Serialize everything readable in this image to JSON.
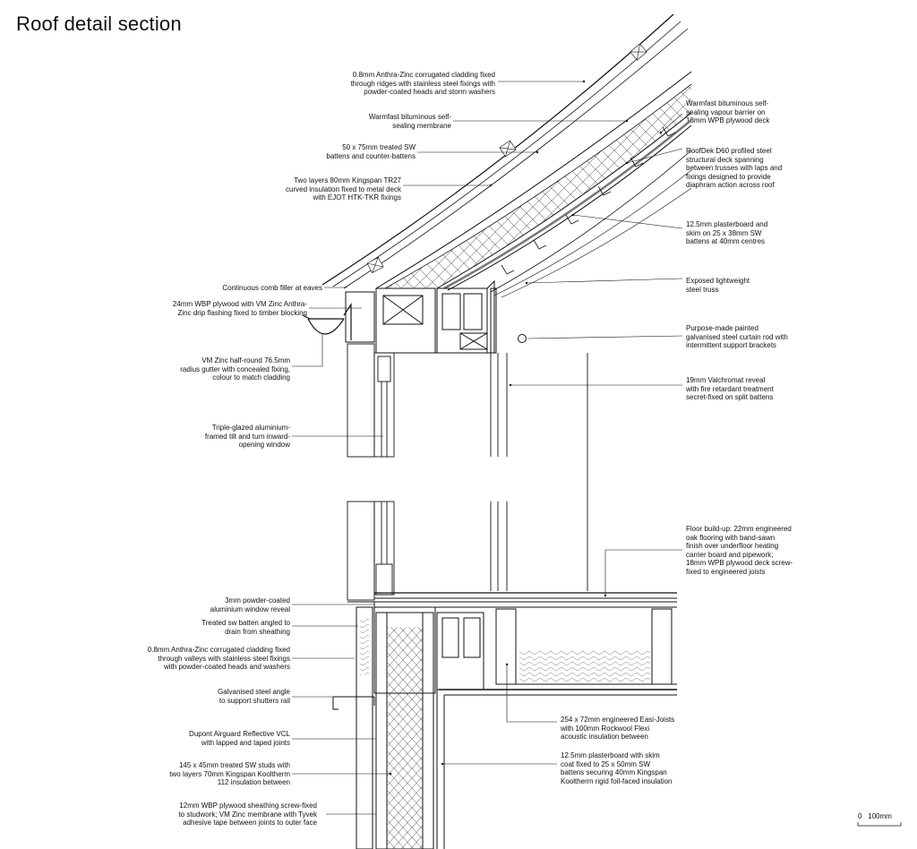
{
  "title": "Roof detail section",
  "scale": {
    "zero": "0",
    "length": "100mm"
  },
  "labels_left": [
    "0.8mm Anthra-Zinc corrugated cladding fixed\nthrough ridges with stainless steel fixings with\npowder-coated heads and storm washers",
    "Warmfast bituminous self-\nsealing membrane",
    "50 x 75mm treated SW\nbattens and counter-battens",
    "Two layers 80mm Kingspan TR27\ncurved insulation fixed to metal deck\nwith EJOT HTK-TKR fixings",
    "Continuous comb filler at eaves",
    "24mm WBP plywood with VM Zinc Anthra-\nZinc drip flashing fixed to timber blocking",
    "VM Zinc half-round 76.5mm\nradius gutter with concealed fixing,\ncolour to match cladding",
    "Triple-glazed aluminium-\nframed tilt and turn inward-\nopening window",
    "3mm powder-coated\naluminium window reveal",
    "Treated sw batten angled to\ndrain from sheathing",
    "0.8mm Anthra-Zinc corrugated cladding fixed\nthrough valleys with stainless steel fixings\nwith powder-coated heads and washers",
    "Galvanised steel angle\nto support shutters rail",
    "Dupont Airguard Reflective VCL\nwith lapped and taped joints",
    "145 x 45mm treated SW studs with\ntwo layers 70mm Kingspan Kooltherm\n112 insulation between",
    "12mm WBP plywood sheathing screw-fixed\nto studwork; VM Zinc membrane with Tyvek\nadhesive tape between joints to outer face"
  ],
  "labels_right": [
    "Warmfast bituminous self-\nsealing vapour barrier on\n18mm WPB plywood deck",
    "RoofDek D60 profiled steel\nstructural deck spanning\nbetween trusses with laps and\nfixings designed to provide\ndiaphram action across roof",
    "12.5mm plasterboard and\nskim on 25 x 38mm SW\nbattens at 40mm centres",
    "Exposed lightweight\nsteel truss",
    "Purpose-made painted\ngalvanised steel curtain rod with\nintermittent support brackets",
    "19mm Valchromat reveal\nwith fire retardant treatment\nsecret-fixed on split battens",
    "Floor build-up: 22mm engineered\noak flooring with band-sawn\nfinish over underfloor heating\ncarrier board and pipework;\n18mm WPB plywood deck screw-\nfixed to engineered joists"
  ],
  "labels_bottom": [
    "254 x 72mm engineered Easi-Joists\nwith 100mm Rockwool Flexi\nacoustic insulation between",
    "12.5mm plasterboard with skim\ncoat fixed to 25 x 50mm SW\nbattens securing 40mm Kingspan\nKooltherm rigid foil-faced insulation"
  ]
}
